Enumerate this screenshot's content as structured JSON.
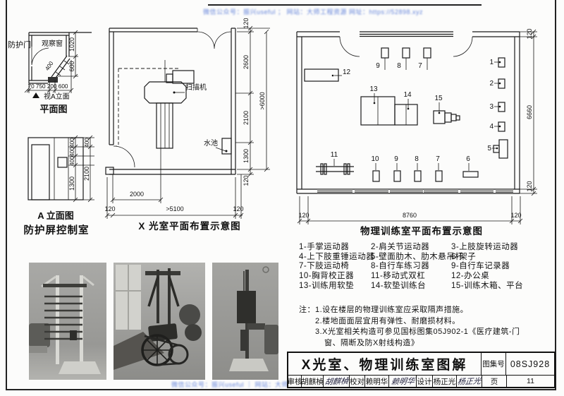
{
  "watermarks": {
    "top": "微信公众号：振兴useful ； 网站：大师工程资源 网址：https://52898.xyz",
    "bottom": "微信公众号：振兴useful ｜ 网站：大师工程资源"
  },
  "control_room": {
    "section_title": "防护屏控制室",
    "plan": {
      "caption": "平面图",
      "door_label": "防护门",
      "window_label": "观察窗",
      "window_width": "400",
      "dim_right_top": "1020",
      "dim_right_bottom": "600",
      "dim_bottom": "70 750 200 600",
      "view_marker": "视A立面"
    },
    "elevation": {
      "caption": "A 立面图",
      "seg1": "400",
      "seg2": "400",
      "seg3": "400",
      "seg4": "1300",
      "top_seg": "400",
      "total": "2100"
    }
  },
  "xray_room": {
    "caption": "X 光室平面布置示意图",
    "scanner_label": "扫描机",
    "sink_label": "水池",
    "dim_wall_top": "120",
    "dim_right_1": "2600",
    "dim_right_2": "2100",
    "dim_right_3": "1300",
    "dim_right_wall": "120",
    "dim_right_total": ">6000",
    "dim_scanner": "2000",
    "dim_width_total": ">5100",
    "dim_wall_left": "120",
    "dim_wall_right": "120"
  },
  "training_room": {
    "caption": "物理训练室平面布置示意图",
    "dim_bottom_left": "120",
    "dim_bottom": "8760",
    "dim_bottom_right": "120",
    "dim_right_top": "120",
    "dim_right": "6660",
    "dim_right_bottom": "120",
    "nums": {
      "n1": "1",
      "n2": "2",
      "n3": "3",
      "n4": "4",
      "n5": "5",
      "n6": "6",
      "n7": "7",
      "n8": "8",
      "n9": "9",
      "n10": "10",
      "n11": "11",
      "n12": "12",
      "n13": "13",
      "n14": "14",
      "n15": "15"
    }
  },
  "legend": {
    "col1": [
      "1-手掌运动器",
      "4-上下肢重锤运动器",
      "7-下肢运动椅",
      "10-胸背校正器",
      "13-训练用软垫"
    ],
    "col2": [
      "2-肩关节运动器",
      "5-壁面肋木、肋木悬吊杆",
      "8-自行车练习器",
      "11-移动式双杠",
      "14-软垫训练台"
    ],
    "col3": [
      "3-上肢旋转运动器",
      "6-架子",
      "9-自行车记录器",
      "12-办公桌",
      "15-训练木箱、平台"
    ]
  },
  "notes": {
    "line1": "注：1.设在楼层的物理训练室应采取隔声措施。",
    "line2": "2.楼地面面层宜用有弹性、耐磨损材料。",
    "line3": "3.X光室相关构造可参见国标图集05J902-1《医疗建筑-门",
    "line4": "窗、隔断及防X射线构造》"
  },
  "title_block": {
    "main_title": "X光室、物理训练室图解",
    "atlas_label": "图集号",
    "atlas_no": "08SJ928",
    "page_label": "页",
    "page_no": "11",
    "review_label": "审核",
    "review_name": "胡麒楨",
    "review_sig": "胡麒楨",
    "check_label": "校对",
    "check_name": "赖明华",
    "check_sig": "赖明华",
    "design_label": "设计",
    "design_name": "杨正光",
    "design_sig": "杨正光"
  }
}
